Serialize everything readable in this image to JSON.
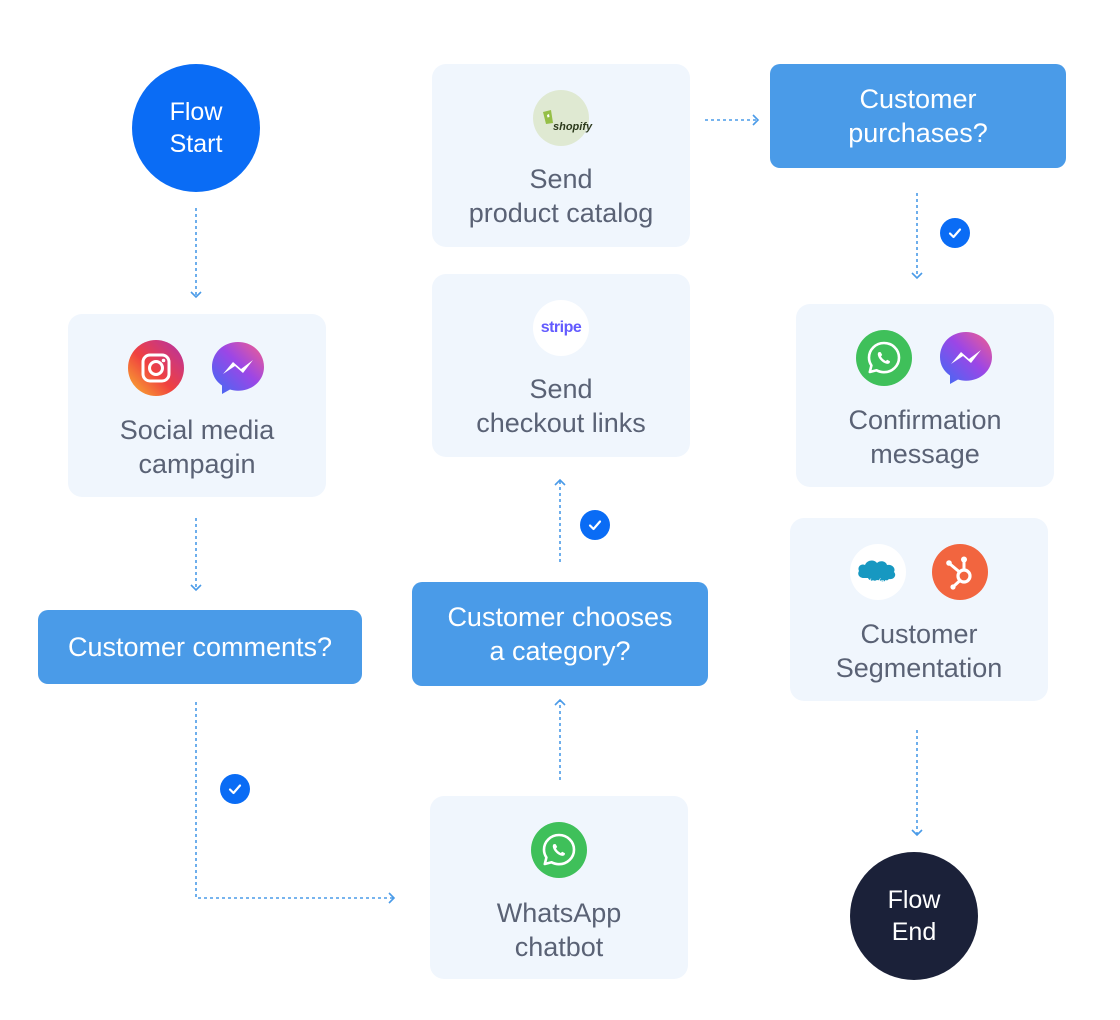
{
  "colors": {
    "flow_start": "#0a6cf5",
    "flow_end": "#1b2139",
    "decision": "#4a9be8",
    "card_bg": "#f0f6fd",
    "card_text": "#5a6275",
    "connector": "#4a9be8",
    "check": "#0a6cf5"
  },
  "flow_start": {
    "line1": "Flow",
    "line2": "Start"
  },
  "flow_end": {
    "line1": "Flow",
    "line2": "End"
  },
  "social_media": {
    "label": "Social media\ncampagin",
    "icons": [
      "instagram-icon",
      "messenger-icon"
    ]
  },
  "customer_comments": {
    "label": "Customer comments?"
  },
  "whatsapp_chatbot": {
    "label": "WhatsApp\nchatbot",
    "icons": [
      "whatsapp-icon"
    ]
  },
  "customer_chooses": {
    "label": "Customer chooses\na category?"
  },
  "checkout_links": {
    "label": "Send\ncheckout links",
    "icon_text": "stripe"
  },
  "product_catalog": {
    "label": "Send\nproduct catalog",
    "icon_text": "shopify"
  },
  "customer_purchases": {
    "label": "Customer\npurchases?"
  },
  "confirmation": {
    "label": "Confirmation\nmessage",
    "icons": [
      "whatsapp-icon",
      "messenger-icon"
    ]
  },
  "segmentation": {
    "label": "Customer\nSegmentation",
    "icon_text": "salesforce",
    "icons": [
      "salesforce-icon",
      "hubspot-icon"
    ]
  },
  "yes_marks": [
    "check-comments",
    "check-category",
    "check-purchases"
  ]
}
